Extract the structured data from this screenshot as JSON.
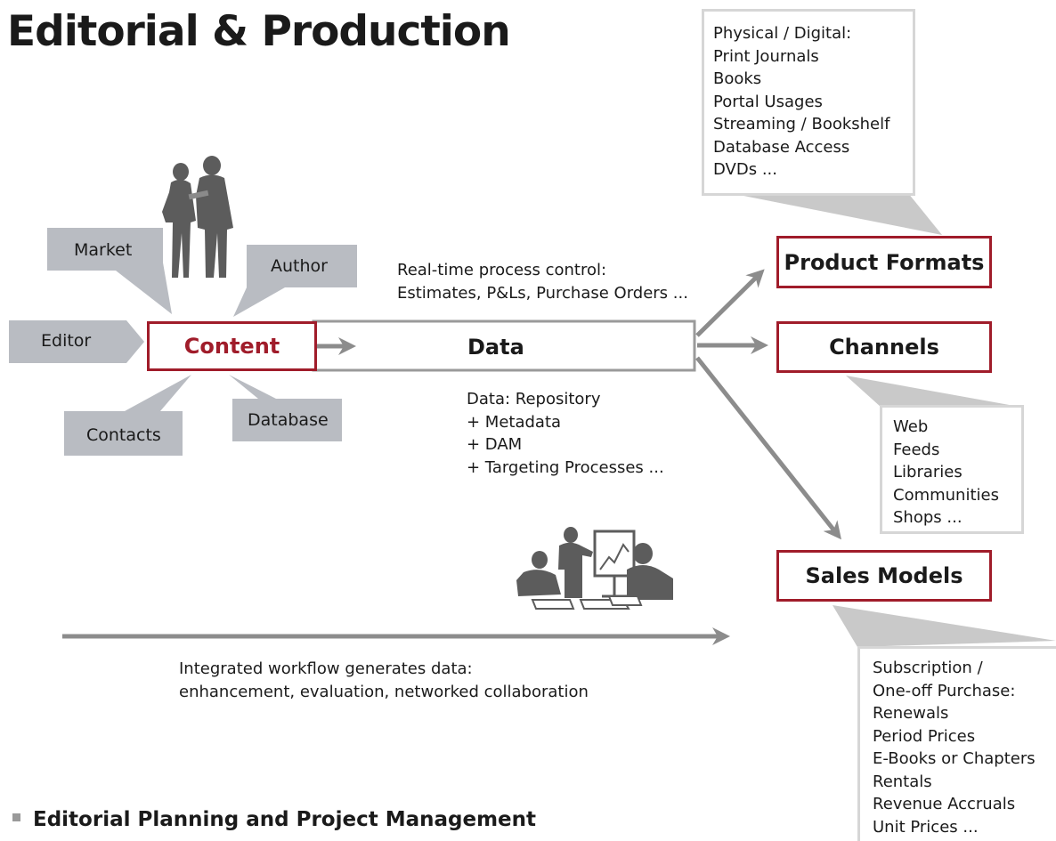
{
  "title": "Editorial & Production",
  "content_box": "Content",
  "data_box": "Data",
  "actors": {
    "market": "Market",
    "author": "Author",
    "editor": "Editor",
    "contacts": "Contacts",
    "database": "Database"
  },
  "process_control": [
    "Real-time process control:",
    "Estimates, P&Ls, Purchase Orders ..."
  ],
  "data_notes": [
    "Data: Repository",
    "+ Metadata",
    "+ DAM",
    "+ Targeting Processes ..."
  ],
  "outputs": {
    "product_formats": "Product Formats",
    "channels": "Channels",
    "sales_models": "Sales Models"
  },
  "product_formats_list": [
    "Physical / Digital:",
    "Print Journals",
    "Books",
    "Portal Usages",
    "Streaming / Bookshelf",
    "Database Access",
    "DVDs ..."
  ],
  "channels_list": [
    "Web",
    "Feeds",
    "Libraries",
    "Communities",
    "Shops ..."
  ],
  "sales_models_list": [
    "Subscription /",
    "One-off Purchase:",
    "Renewals",
    "Period Prices",
    "E-Books or Chapters",
    "Rentals",
    "Revenue Accruals",
    "Unit Prices ..."
  ],
  "workflow_notes": [
    "Integrated workflow generates data:",
    "enhancement, evaluation, networked collaboration"
  ],
  "footer": "Editorial Planning and Project Management",
  "icons": [
    "people-silhouette-icon",
    "meeting-presentation-icon"
  ],
  "colors": {
    "accent_red": "#a01c2a",
    "callout_gray": "#b9bcc2",
    "arrow_gray": "#8c8c8c"
  }
}
